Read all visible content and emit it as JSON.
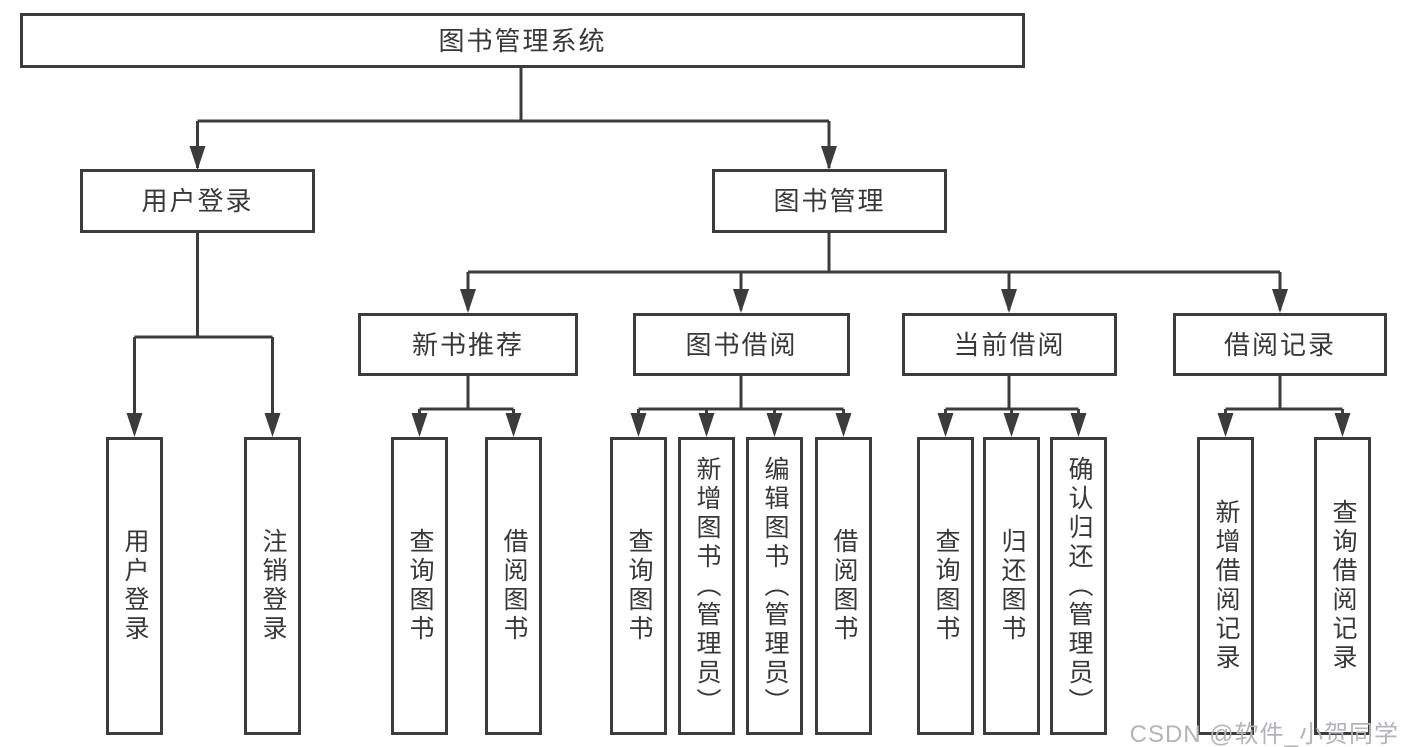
{
  "tree": {
    "label": "图书管理系统",
    "children": [
      {
        "label": "用户登录",
        "children": [
          {
            "label": "用户登录"
          },
          {
            "label": "注销登录"
          }
        ]
      },
      {
        "label": "图书管理",
        "children": [
          {
            "label": "新书推荐",
            "children": [
              {
                "label": "查询图书"
              },
              {
                "label": "借阅图书"
              }
            ]
          },
          {
            "label": "图书借阅",
            "children": [
              {
                "label": "查询图书"
              },
              {
                "label": "新增图书（管理员）"
              },
              {
                "label": "编辑图书（管理员）"
              },
              {
                "label": "借阅图书"
              }
            ]
          },
          {
            "label": "当前借阅",
            "children": [
              {
                "label": "查询图书"
              },
              {
                "label": "归还图书"
              },
              {
                "label": "确认归还（管理员）"
              }
            ]
          },
          {
            "label": "借阅记录",
            "children": [
              {
                "label": "新增借阅记录"
              },
              {
                "label": "查询借阅记录"
              }
            ]
          }
        ]
      }
    ]
  },
  "watermark": {
    "text": "CSDN @软件_小贺同学"
  },
  "colors": {
    "line": "#3c3c3c",
    "box_border": "#3c3c3c",
    "text": "#383838",
    "watermark": "#b2b4ba",
    "background": "#ffffff"
  }
}
